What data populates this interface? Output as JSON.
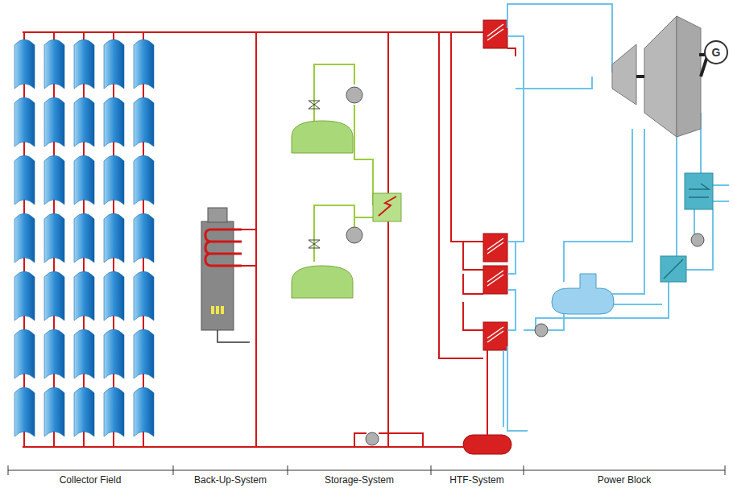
{
  "diagram": {
    "nodes": [
      {
        "text": [
          "G"
        ]
      }
    ],
    "labels": [
      "Collector Field",
      "Back-Up-System",
      "Storage-System",
      "HTF-System",
      "Power Block"
    ]
  }
}
